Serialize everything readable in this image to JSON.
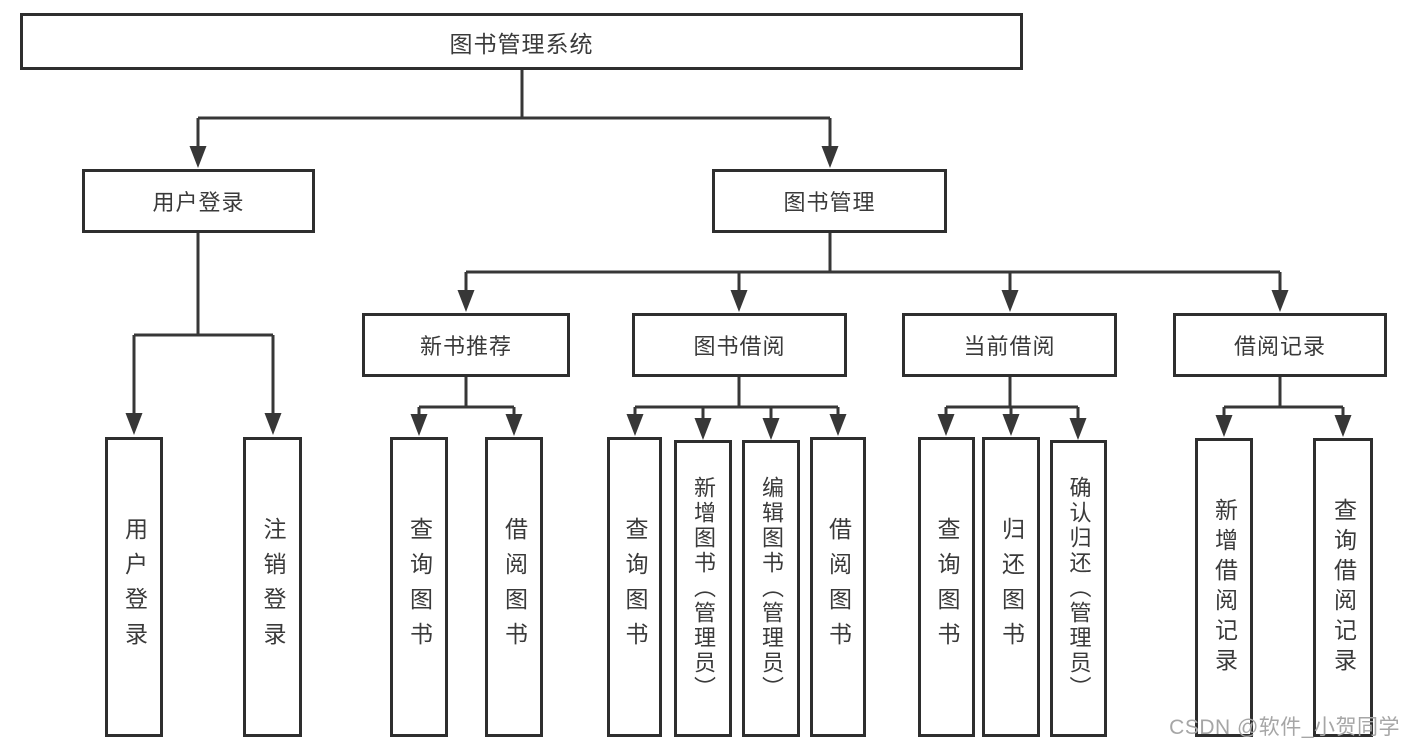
{
  "colors": {
    "line": "#373737",
    "box_border": "#2e2e2e",
    "text": "#3a3a3a",
    "watermark": "#a6a6a6",
    "background": "#ffffff"
  },
  "watermark": {
    "text": "CSDN @软件_小贺同学"
  },
  "tree": {
    "label": "图书管理系统",
    "children": [
      {
        "label": "用户登录",
        "children": [
          {
            "label": "用户登录"
          },
          {
            "label": "注销登录"
          }
        ]
      },
      {
        "label": "图书管理",
        "children": [
          {
            "label": "新书推荐",
            "children": [
              {
                "label": "查询图书"
              },
              {
                "label": "借阅图书"
              }
            ]
          },
          {
            "label": "图书借阅",
            "children": [
              {
                "label": "查询图书"
              },
              {
                "label": "新增图书（管理员）"
              },
              {
                "label": "编辑图书（管理员）"
              },
              {
                "label": "借阅图书"
              }
            ]
          },
          {
            "label": "当前借阅",
            "children": [
              {
                "label": "查询图书"
              },
              {
                "label": "归还图书"
              },
              {
                "label": "确认归还（管理员）"
              }
            ]
          },
          {
            "label": "借阅记录",
            "children": [
              {
                "label": "新增借阅记录"
              },
              {
                "label": "查询借阅记录"
              }
            ]
          }
        ]
      }
    ]
  }
}
